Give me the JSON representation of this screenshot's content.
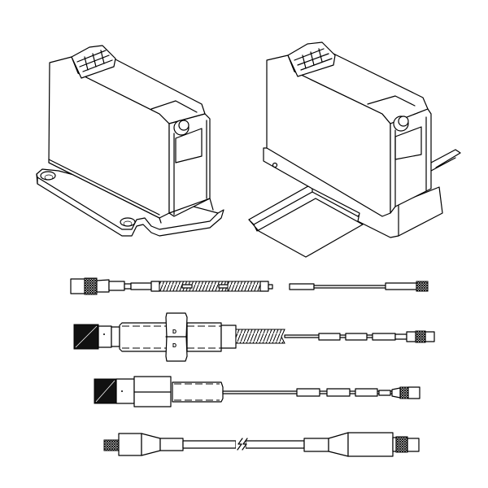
{
  "figure": {
    "background": "#ffffff",
    "line_color": "#000000",
    "description": "Line drawing of two sensor transmitter housings and four cable assemblies"
  },
  "housings": [
    {
      "id": "panel-mount-housing",
      "mount": "flange base with two mounting holes"
    },
    {
      "id": "din-rail-housing",
      "mount": "DIN rail"
    }
  ],
  "cables": [
    {
      "id": "cable-1",
      "type": "armored extension cable"
    },
    {
      "id": "cable-2",
      "type": "threaded sensor with hex nut",
      "nut_labels": [
        "D",
        "D"
      ]
    },
    {
      "id": "cable-3",
      "type": "sensor probe with connector"
    },
    {
      "id": "cable-4",
      "type": "extension cable with break",
      "break_symbol": "//"
    }
  ]
}
